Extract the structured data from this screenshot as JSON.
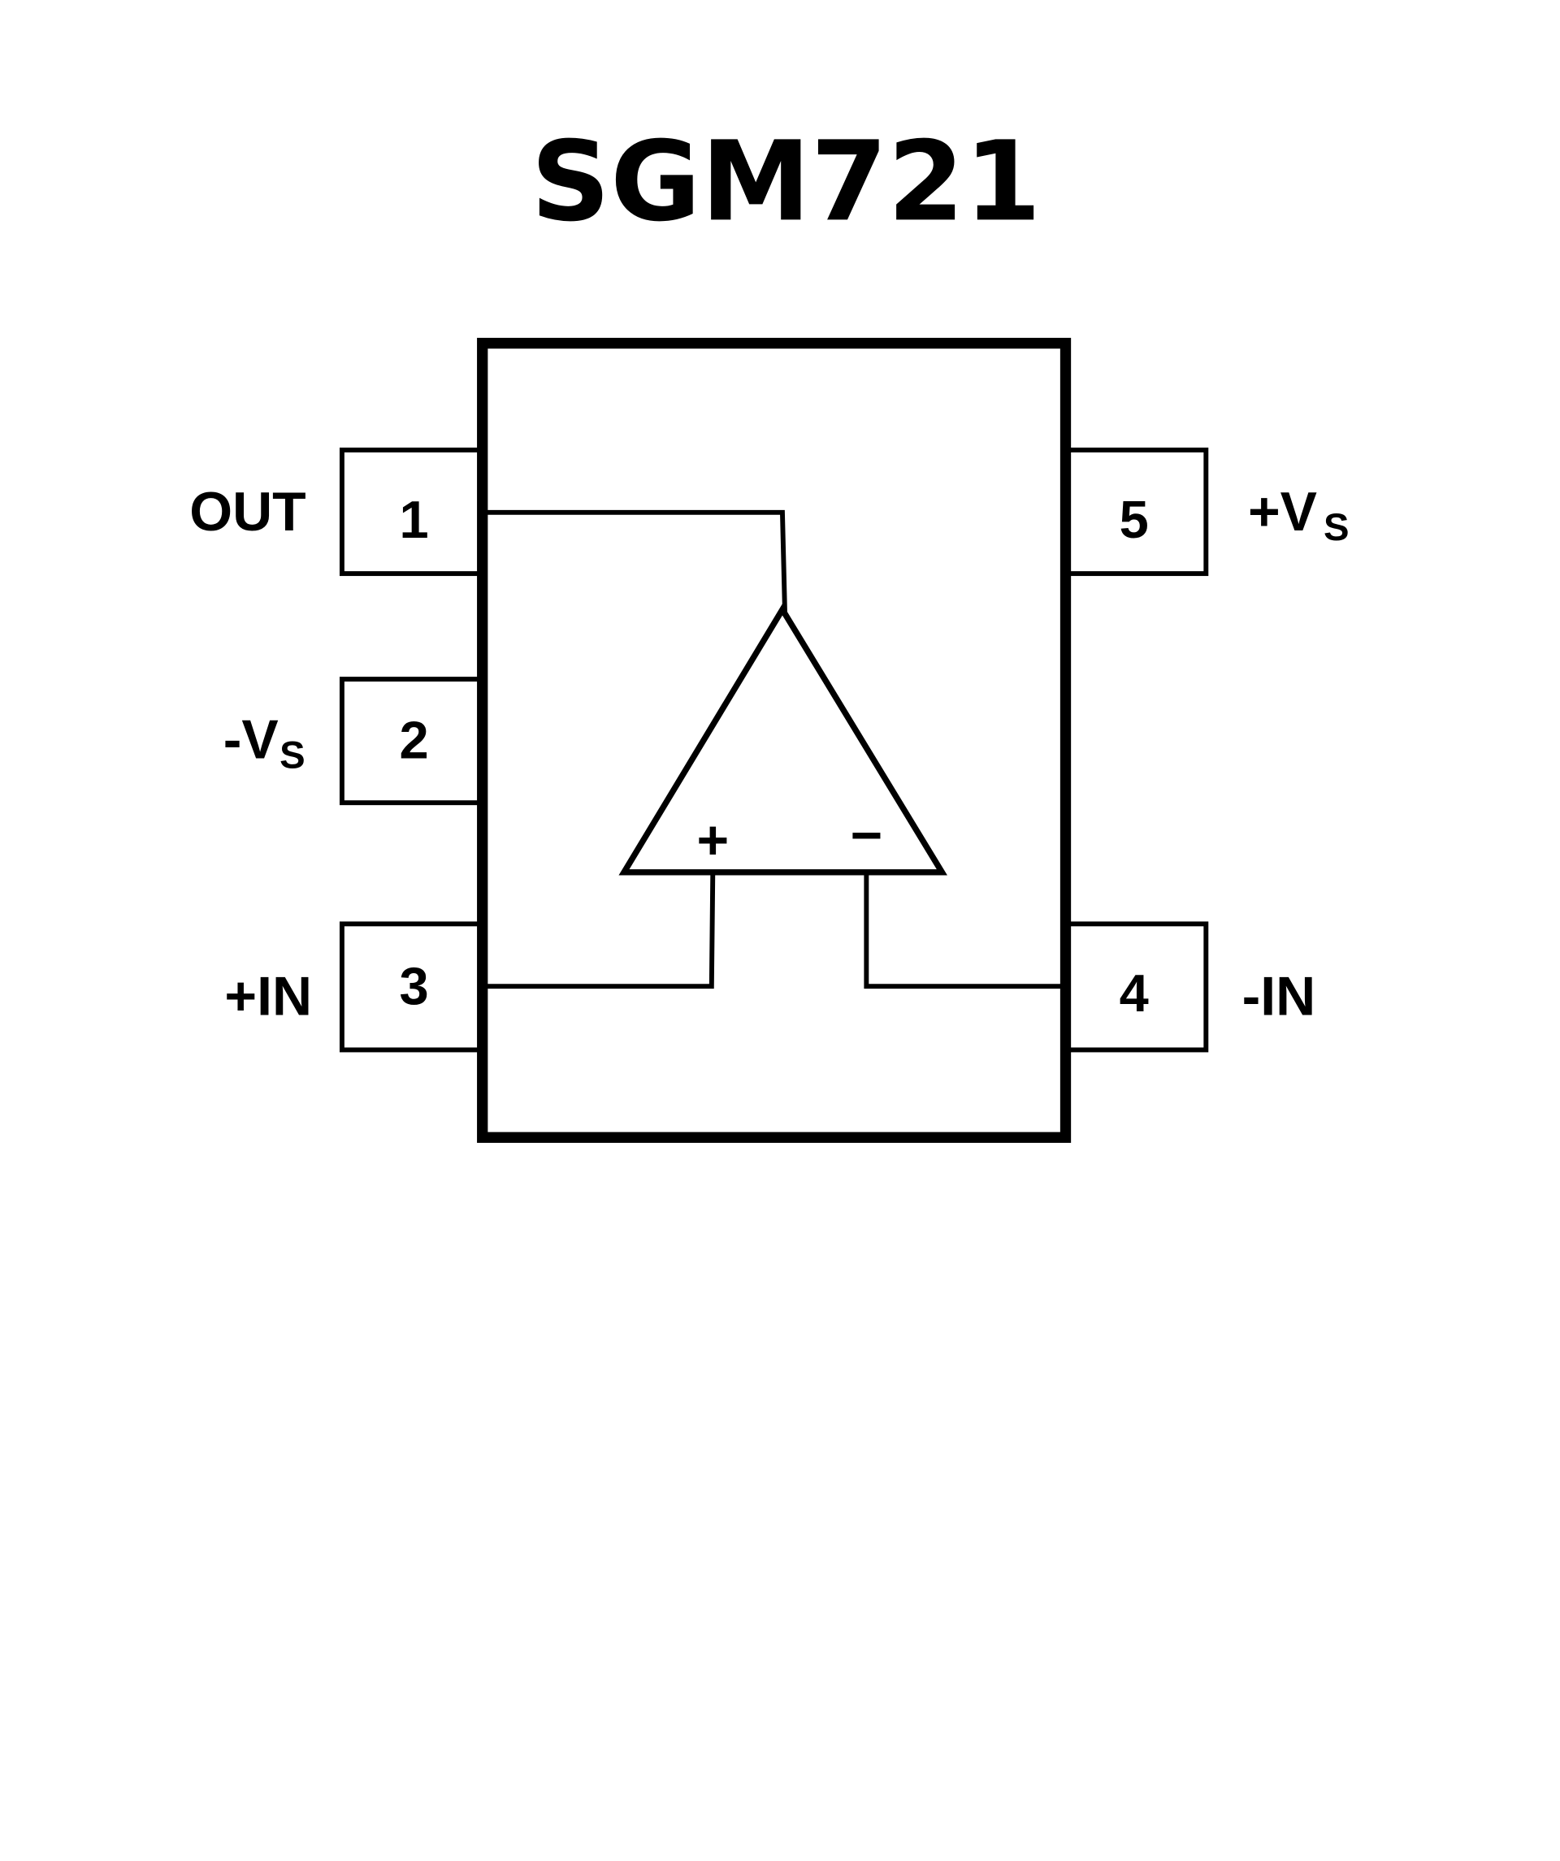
{
  "title": "SGM721",
  "pins": {
    "p1": {
      "number": "1",
      "name": "OUT"
    },
    "p2": {
      "number": "2",
      "name_main": "-V",
      "name_sub": "S"
    },
    "p3": {
      "number": "3",
      "name": "+IN"
    },
    "p4": {
      "number": "4",
      "name": "-IN"
    },
    "p5": {
      "number": "5",
      "name_main": "+V",
      "name_sub": "S"
    }
  },
  "opamp": {
    "plus": "+",
    "minus": "−"
  }
}
